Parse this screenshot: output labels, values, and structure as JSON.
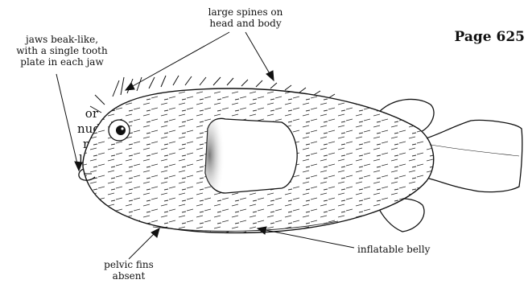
{
  "page": {
    "number_label": "Page 625"
  },
  "body_text_fragments": [
    "or",
    "nud",
    "m.",
    "l in"
  ],
  "labels": {
    "jaws": "jaws beak-like,\nwith a single tooth\nplate in each jaw",
    "spines": "large spines on\nhead and body",
    "pelvic": "pelvic fins\nabsent",
    "belly": "inflatable belly"
  },
  "colors": {
    "ink": "#111111",
    "background": "#ffffff"
  },
  "figure": {
    "subject": "porcupinefish line drawing"
  }
}
